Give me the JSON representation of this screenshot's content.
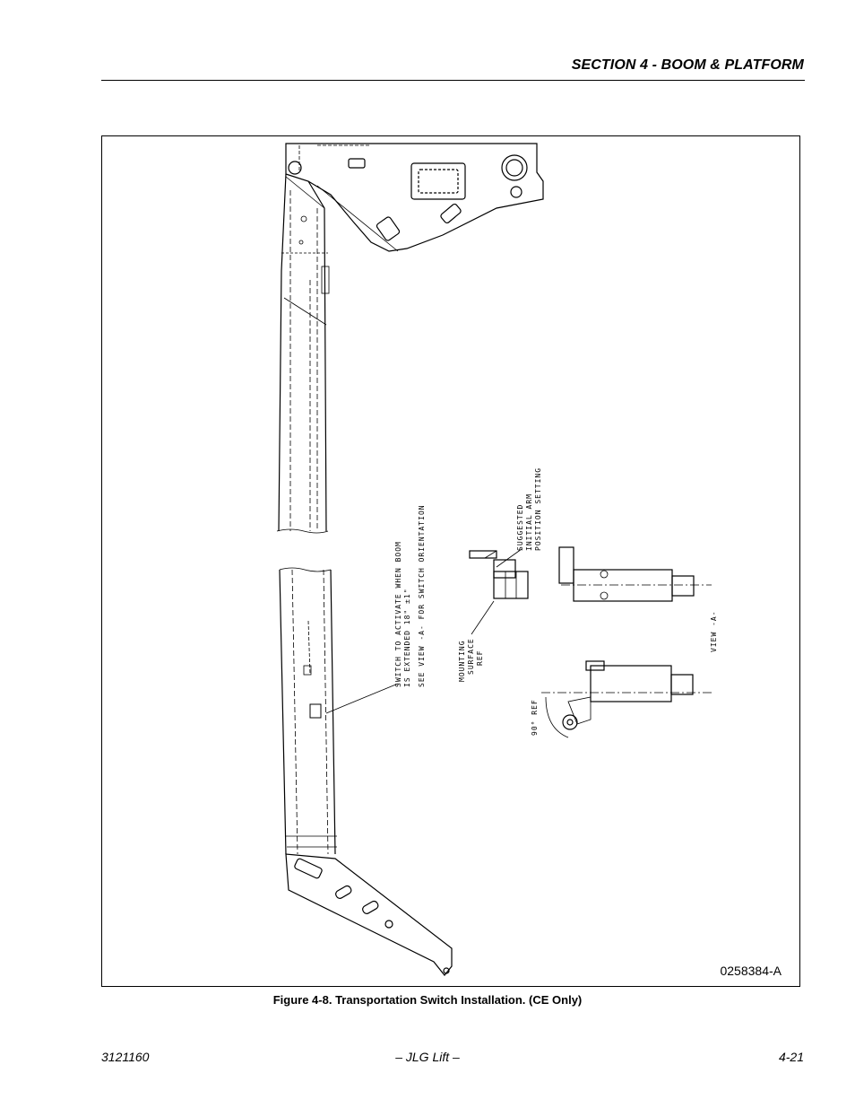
{
  "header": {
    "section_title": "SECTION 4 - BOOM & PLATFORM"
  },
  "figure": {
    "drawing_number": "0258384-A",
    "caption": "Figure 4-8.  Transportation Switch Installation. (CE Only)",
    "callouts": {
      "switch_line1": "SWITCH TO ACTIVATE WHEN BOOM",
      "switch_line2": "IS EXTENDED 18\" ±1\"",
      "see_view": "SEE VIEW -A- FOR SWITCH ORIENTATION",
      "suggested_line1": "SUGGESTED",
      "suggested_line2": "INITIAL ARM",
      "suggested_line3": "POSITION SETTING",
      "mounting_line1": "MOUNTING",
      "mounting_line2": "SURFACE",
      "mounting_line3": "REF",
      "view_label": "VIEW -A-",
      "angle_ref": "90° REF"
    }
  },
  "footer": {
    "doc_number": "3121160",
    "company": "– JLG Lift –",
    "page_number": "4-21"
  }
}
